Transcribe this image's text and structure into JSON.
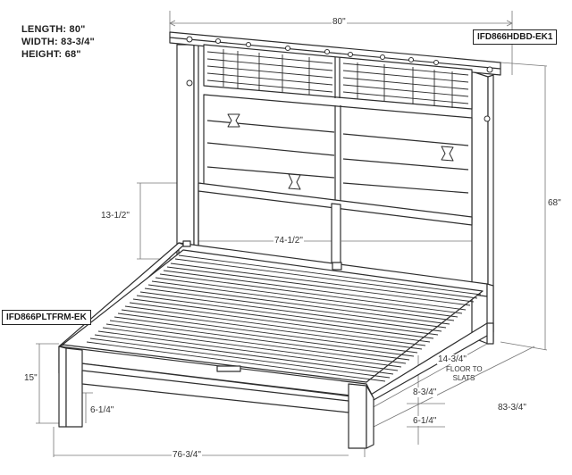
{
  "specs": {
    "length": "LENGTH: 80\"",
    "width": "WIDTH: 83-3/4\"",
    "height": "HEIGHT: 68\""
  },
  "tags": {
    "headboard": "IFD866HDBD-EK1",
    "platform": "IFD866PLTFRM-EK"
  },
  "dimensions": {
    "overall_width": "80\"",
    "overall_height": "68\"",
    "upper_panel": "13-1/2\"",
    "inner_width": "74-1/2\"",
    "side_height": "15\"",
    "leg_left": "6-1/4\"",
    "floor_to_slats": "14-3/4\"",
    "floor_to_slats_note": "FLOOR TO\nSLATS",
    "rail_height": "8-3/4\"",
    "leg_right": "6-1/4\"",
    "depth": "83-3/4\"",
    "front_width": "76-3/4\""
  },
  "colors": {
    "line": "#2e2e2e",
    "fill": "#ffffff"
  }
}
